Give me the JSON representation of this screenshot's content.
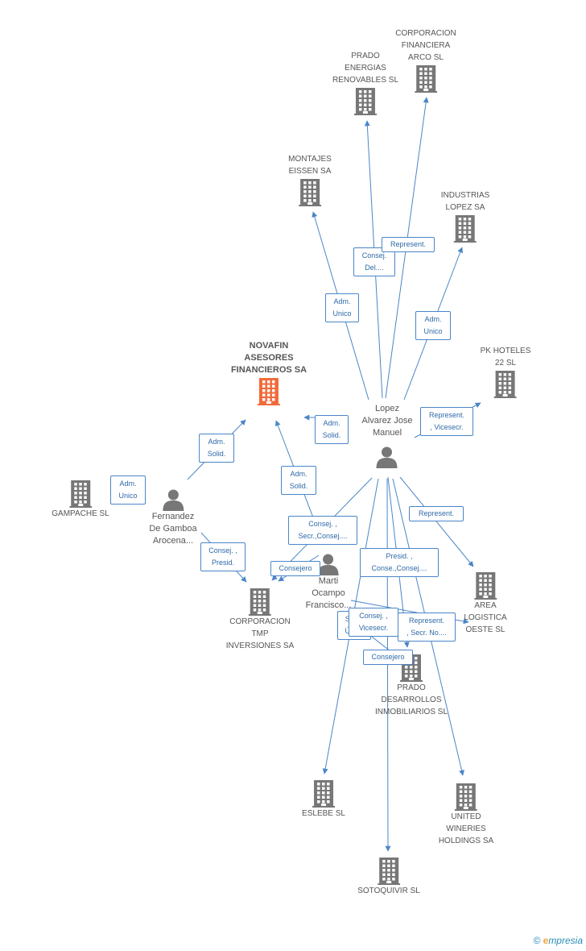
{
  "colors": {
    "edge": "#4a86c8",
    "building": "#777777",
    "focus": "#f26a3a",
    "person": "#777777"
  },
  "nodes": [
    {
      "id": "novafin",
      "label": "NOVAFIN\nASESORES\nFINANCIEROS SA",
      "type": "company",
      "focus": true,
      "icon": "building-icon"
    },
    {
      "id": "arco",
      "label": "CORPORACION\nFINANCIERA\nARCO SL",
      "type": "company",
      "icon": "building-icon"
    },
    {
      "id": "prado_energias",
      "label": "PRADO\nENERGIAS\nRENOVABLES SL",
      "type": "company",
      "icon": "building-icon"
    },
    {
      "id": "montajes",
      "label": "MONTAJES\nEISSEN SA",
      "type": "company",
      "icon": "building-icon"
    },
    {
      "id": "industrias",
      "label": "INDUSTRIAS\nLOPEZ SA",
      "type": "company",
      "icon": "building-icon"
    },
    {
      "id": "pk_hoteles",
      "label": "PK HOTELES\n22 SL",
      "type": "company",
      "icon": "building-icon"
    },
    {
      "id": "gampache",
      "label": "GAMPACHE SL",
      "type": "company",
      "icon": "building-icon"
    },
    {
      "id": "corp_tmp",
      "label": "CORPORACION\nTMP\nINVERSIONES SA",
      "type": "company",
      "icon": "building-icon"
    },
    {
      "id": "area_logistica",
      "label": "AREA\nLOGISTICA\nOESTE SL",
      "type": "company",
      "icon": "building-icon"
    },
    {
      "id": "prado_desarrollos",
      "label": "PRADO\nDESARROLLOS\nINMOBILIARIOS SL",
      "type": "company",
      "icon": "building-icon"
    },
    {
      "id": "eslebe",
      "label": "ESLEBE SL",
      "type": "company",
      "icon": "building-icon"
    },
    {
      "id": "united",
      "label": "UNITED\nWINERIES\nHOLDINGS SA",
      "type": "company",
      "icon": "building-icon"
    },
    {
      "id": "sotoquivir",
      "label": "SOTOQUIVIR SL",
      "type": "company",
      "icon": "building-icon"
    },
    {
      "id": "lopez",
      "label": "Lopez\nAlvarez Jose\nManuel",
      "type": "person",
      "icon": "person-icon"
    },
    {
      "id": "fernandez",
      "label": "Fernandez\nDe Gamboa\nArocena...",
      "type": "person",
      "icon": "person-icon"
    },
    {
      "id": "marti",
      "label": "Marti\nOcampo\nFrancisco...",
      "type": "person",
      "icon": "person-icon"
    }
  ],
  "edges": [
    {
      "from": "lopez",
      "to": "novafin",
      "label": "Adm.\nSolid."
    },
    {
      "from": "lopez",
      "to": "montajes",
      "label": "Adm.\nUnico"
    },
    {
      "from": "lopez",
      "to": "prado_energias",
      "label": "Consej.\nDel...."
    },
    {
      "from": "lopez",
      "to": "arco",
      "label": "Represent."
    },
    {
      "from": "lopez",
      "to": "industrias",
      "label": "Adm.\nUnico"
    },
    {
      "from": "lopez",
      "to": "pk_hoteles",
      "label": "Represent.\n, Vicesecr."
    },
    {
      "from": "lopez",
      "to": "area_logistica",
      "label": "Represent."
    },
    {
      "from": "lopez",
      "to": "corp_tmp",
      "label": "Consej. ,\nSecr.,Consej...."
    },
    {
      "from": "lopez",
      "to": "prado_desarrollos",
      "label": "Presid. ,\nConse.,Consej...."
    },
    {
      "from": "lopez",
      "to": "eslebe",
      "label": "Socio\nÚnico"
    },
    {
      "from": "lopez",
      "to": "united",
      "label": "Represent.\n, Secr. No...."
    },
    {
      "from": "lopez",
      "to": "sotoquivir",
      "label": ""
    },
    {
      "from": "fernandez",
      "to": "novafin",
      "label": "Adm.\nSolid."
    },
    {
      "from": "fernandez",
      "to": "gampache",
      "label": "Adm.\nUnico"
    },
    {
      "from": "fernandez",
      "to": "corp_tmp",
      "label": "Consej. ,\nPresid."
    },
    {
      "from": "marti",
      "to": "novafin",
      "label": "Adm.\nSolid."
    },
    {
      "from": "marti",
      "to": "corp_tmp",
      "label": "Consejero"
    },
    {
      "from": "marti",
      "to": "prado_desarrollos",
      "label": "Consejero"
    },
    {
      "from": "marti",
      "to": "area_logistica",
      "label": "Consej. ,\nVicesecr."
    }
  ],
  "footer": {
    "copyright": "©",
    "brand_initial": "e",
    "brand_rest": "mpresia"
  }
}
